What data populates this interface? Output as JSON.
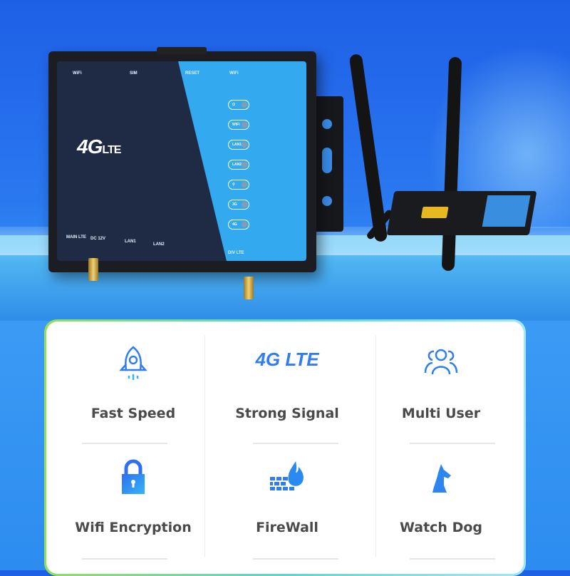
{
  "device": {
    "logo": "4G LTE",
    "panel_labels": {
      "wifi_left": "WiFi",
      "sim": "SIM",
      "reset": "RESET",
      "wifi_right": "WiFi",
      "main_lte": "MAIN LTE",
      "dc": "DC 12V",
      "lan1": "LAN1",
      "lan2": "LAN2",
      "div_lte": "DIV LTE"
    },
    "leds": [
      "⏻",
      "WiFi",
      "LAN1",
      "LAN2",
      "⚲",
      "3G",
      "4G"
    ]
  },
  "features": [
    {
      "label": "Fast Speed",
      "icon": "rocket-icon"
    },
    {
      "label": "Strong Signal",
      "icon": "4g-lte-icon",
      "icon_text": "4G LTE"
    },
    {
      "label": "Multi User",
      "icon": "users-icon"
    },
    {
      "label": "Wifi Encryption",
      "icon": "lock-icon"
    },
    {
      "label": "FireWall",
      "icon": "firewall-icon"
    },
    {
      "label": "Watch Dog",
      "icon": "dog-icon"
    }
  ],
  "colors": {
    "accent": "#2f7df0",
    "icon_light": "#35b5f5",
    "text": "#4a4a4a",
    "panel_blue": "#33aaf0"
  }
}
